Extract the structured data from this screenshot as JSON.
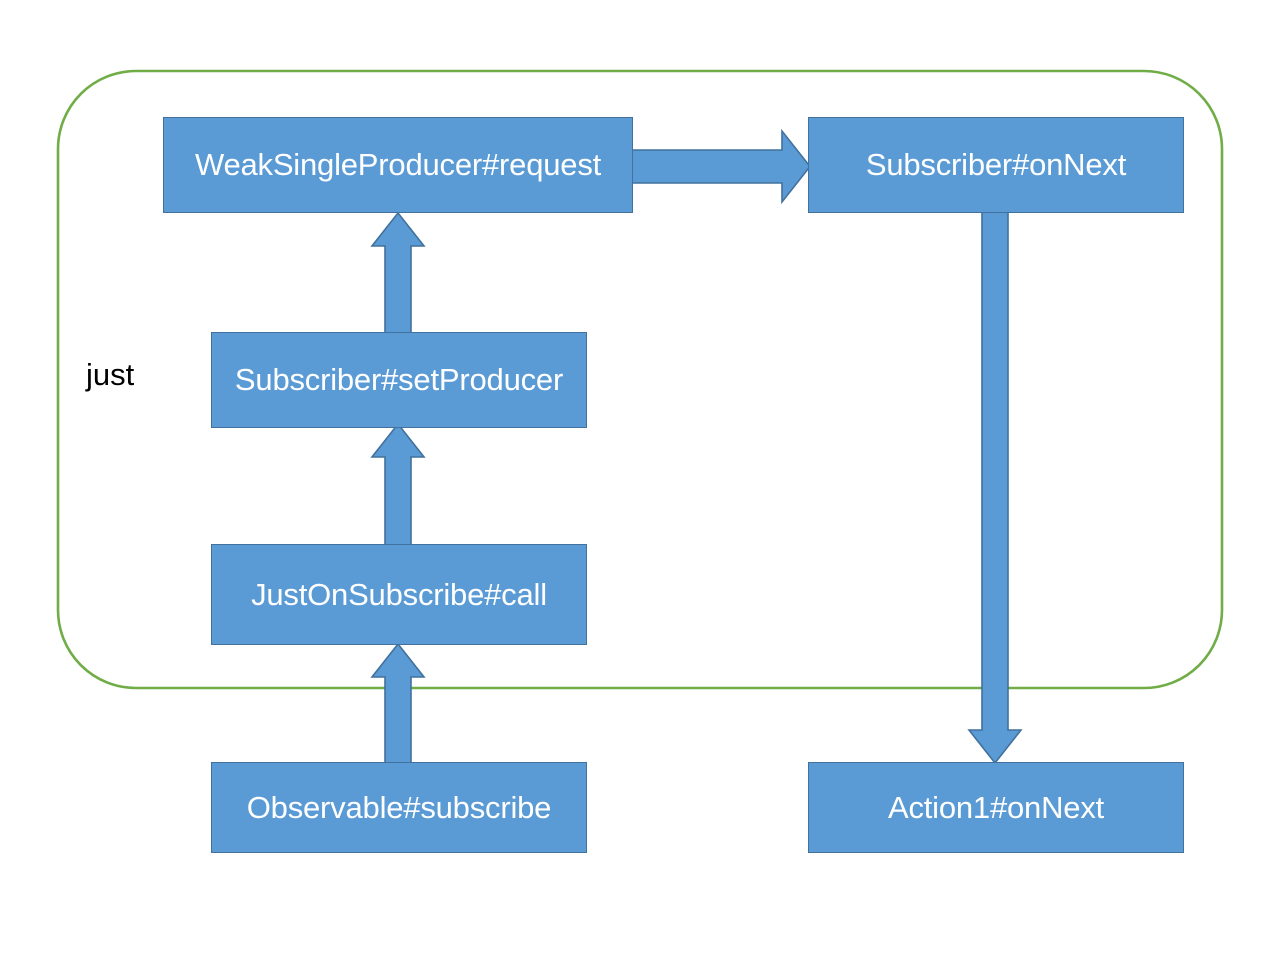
{
  "diagram": {
    "title_label": "just",
    "colors": {
      "node_fill": "#5B9BD5",
      "node_stroke": "#41719C",
      "node_text": "#FFFFFF",
      "arrow_fill": "#5B9BD5",
      "arrow_stroke": "#41719C",
      "group_stroke": "#70AD47",
      "background": "#FFFFFF",
      "label_text": "#000000"
    },
    "group": {
      "label": "just",
      "shape": "rounded-rectangle"
    },
    "nodes": [
      {
        "id": "weak-single-producer-request",
        "label": "WeakSingleProducer#request"
      },
      {
        "id": "subscriber-onnext",
        "label": "Subscriber#onNext"
      },
      {
        "id": "subscriber-setproducer",
        "label": "Subscriber#setProducer"
      },
      {
        "id": "just-on-subscribe-call",
        "label": "JustOnSubscribe#call"
      },
      {
        "id": "observable-subscribe",
        "label": "Observable#subscribe"
      },
      {
        "id": "action1-onnext",
        "label": "Action1#onNext"
      }
    ],
    "edges": [
      {
        "id": "edge-request-to-onnext",
        "from": "WeakSingleProducer#request",
        "to": "Subscriber#onNext",
        "direction": "right"
      },
      {
        "id": "edge-setproducer-to-request",
        "from": "Subscriber#setProducer",
        "to": "WeakSingleProducer#request",
        "direction": "up"
      },
      {
        "id": "edge-call-to-setproducer",
        "from": "JustOnSubscribe#call",
        "to": "Subscriber#setProducer",
        "direction": "up"
      },
      {
        "id": "edge-subscribe-to-call",
        "from": "Observable#subscribe",
        "to": "JustOnSubscribe#call",
        "direction": "up"
      },
      {
        "id": "edge-onnext-to-action1",
        "from": "Subscriber#onNext",
        "to": "Action1#onNext",
        "direction": "down"
      }
    ]
  }
}
